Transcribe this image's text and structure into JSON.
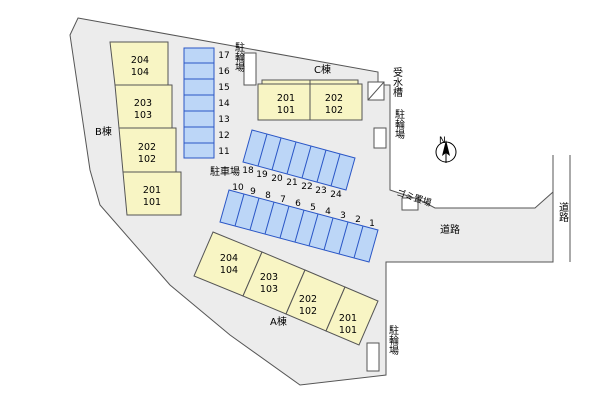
{
  "buildings": {
    "A": {
      "label": "A棟",
      "units": [
        {
          "upper": "204",
          "lower": "104"
        },
        {
          "upper": "203",
          "lower": "103"
        },
        {
          "upper": "202",
          "lower": "102"
        },
        {
          "upper": "201",
          "lower": "101"
        }
      ]
    },
    "B": {
      "label": "B棟",
      "units": [
        {
          "upper": "204",
          "lower": "104"
        },
        {
          "upper": "203",
          "lower": "103"
        },
        {
          "upper": "202",
          "lower": "102"
        },
        {
          "upper": "201",
          "lower": "101"
        }
      ]
    },
    "C": {
      "label": "C棟",
      "units": [
        {
          "upper": "201",
          "lower": "101"
        },
        {
          "upper": "202",
          "lower": "102"
        }
      ]
    }
  },
  "parking": {
    "label": "駐車場",
    "column_numbers": [
      "17",
      "16",
      "15",
      "14",
      "13",
      "12",
      "11"
    ],
    "row_upper_numbers": [
      "18",
      "19",
      "20",
      "21",
      "22",
      "23",
      "24"
    ],
    "row_lower_numbers": [
      "10",
      "9",
      "8",
      "7",
      "6",
      "5",
      "4",
      "3",
      "2",
      "1"
    ]
  },
  "facilities": {
    "bicycle_top": "駐輪場",
    "bicycle_right": "駐輪場",
    "bicycle_bottom": "駐輪場",
    "water_tank": "受水槽",
    "garbage": "ゴミ置場"
  },
  "roads": {
    "horizontal": "道路",
    "vertical": "道路"
  },
  "compass": {
    "letter": "N"
  },
  "colors": {
    "site_fill": "#ececec",
    "building_fill": "#f8f5c4",
    "parking_fill": "#bcd6f7",
    "parking_stroke": "#2a56c6",
    "line": "#555555"
  }
}
